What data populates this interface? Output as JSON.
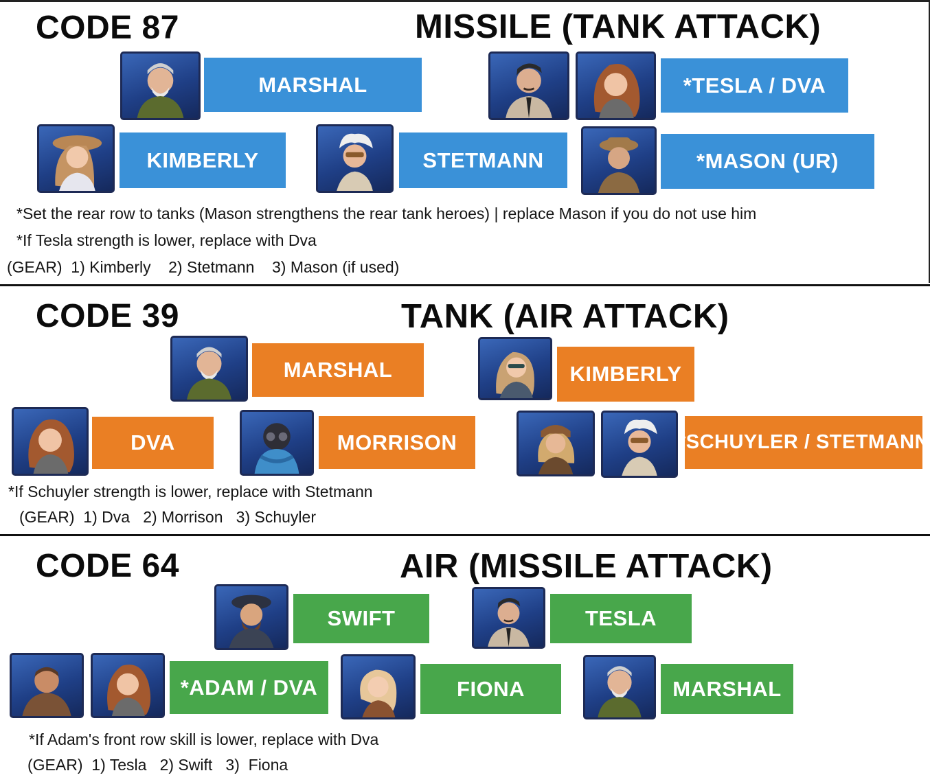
{
  "colors": {
    "missile": "#3a91d8",
    "tank": "#ea7f24",
    "air": "#48a74b"
  },
  "sections": [
    {
      "code": "CODE 87",
      "title": "MISSILE (TANK ATTACK)",
      "heroes": [
        "MARSHAL",
        "*TESLA / DVA",
        "KIMBERLY",
        "STETMANN",
        "*MASON (UR)"
      ],
      "notes": [
        "*Set the rear row to tanks (Mason strengthens the rear tank heroes) | replace Mason if you do not use him",
        "*If Tesla strength is lower, replace with Dva",
        "(GEAR)  1) Kimberly    2) Stetmann    3) Mason (if used)"
      ]
    },
    {
      "code": "CODE 39",
      "title": "TANK (AIR ATTACK)",
      "heroes": [
        "MARSHAL",
        "KIMBERLY",
        "DVA",
        "MORRISON",
        "*SCHUYLER / STETMANN"
      ],
      "notes": [
        "*If Schuyler strength is lower, replace with Stetmann",
        "(GEAR)  1) Dva   2) Morrison   3) Schuyler"
      ]
    },
    {
      "code": "CODE 64",
      "title": "AIR (MISSILE ATTACK)",
      "heroes": [
        "SWIFT",
        "TESLA",
        "*ADAM / DVA",
        "FIONA",
        "MARSHAL"
      ],
      "notes": [
        "*If Adam's front row skill is lower, replace with Dva",
        "(GEAR)  1) Tesla   2) Swift   3)  Fiona"
      ]
    }
  ]
}
